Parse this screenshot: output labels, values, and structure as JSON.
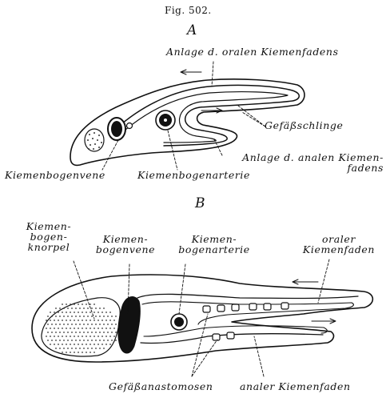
{
  "figure": {
    "title": "Fig. 502.",
    "panel_a": {
      "letter": "A",
      "labels": {
        "oral_anlage": "Anlage d. oralen Kiemenfadens",
        "vessel_loop": "Gefäßschlinge",
        "anal_anlage_line1": "Anlage d. analen Kiemen-",
        "anal_anlage_line2": "fadens",
        "branchial_vein": "Kiemenbogenvene",
        "branchial_artery": "Kiemenbogenarterie"
      }
    },
    "panel_b": {
      "letter": "B",
      "labels": {
        "cartilage_line1": "Kiemen-",
        "cartilage_line2": "bogen-",
        "cartilage_line3": "knorpel",
        "vein_line1": "Kiemen-",
        "vein_line2": "bogenvene",
        "artery_line1": "Kiemen-",
        "artery_line2": "bogenarterie",
        "oral_line1": "oraler",
        "oral_line2": "Kiemenfaden",
        "anastomoses": "Gefäßanastomosen",
        "anal": "analer Kiemenfaden"
      }
    }
  }
}
